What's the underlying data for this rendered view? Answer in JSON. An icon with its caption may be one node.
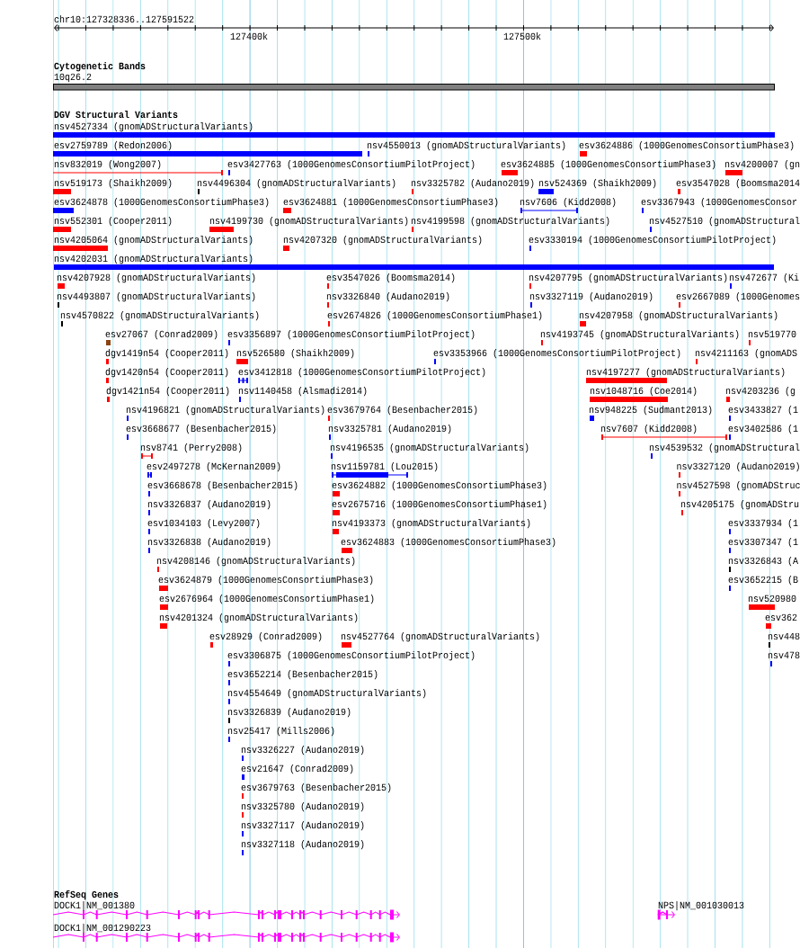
{
  "diagram": {
    "labels": [
      "chr10:127328336..127591522",
      "127400k",
      "127500k",
      "Cytogenetic Bands",
      "10q26.2",
      "DGV Structural Variants",
      "nsv4527334 (gnomADStructuralVariants)",
      "esv2759789 (Redon2006)",
      "nsv4550013 (gnomADStructuralVariants)",
      "esv3624886 (1000GenomesConsortiumPhase3)",
      "nsv832019 (Wong2007)",
      "esv3427763 (1000GenomesConsortiumPilotProject)",
      "esv3624885 (1000GenomesConsortiumPhase3)",
      "nsv4200007 (gn",
      "nsv519173 (Shaikh2009)",
      "nsv4496304 (gnomADStructuralVariants)",
      "nsv3325782 (Audano2019)",
      "nsv524369 (Shaikh2009)",
      "esv3547028 (Boomsma2014",
      "esv3624878 (1000GenomesConsortiumPhase3)",
      "esv3624881 (1000GenomesConsortiumPhase3)",
      "nsv7606 (Kidd2008)",
      "esv3367943 (1000GenomesConsor",
      "nsv552301 (Cooper2011)",
      "nsv4199730 (gnomADStructuralVariants)",
      "nsv4199598 (gnomADStructuralVariants)",
      "nsv4527510 (gnomADStructural",
      "nsv4205064 (gnomADStructuralVariants)",
      "nsv4207320 (gnomADStructuralVariants)",
      "esv3330194 (1000GenomesConsortiumPilotProject)",
      "nsv4202031 (gnomADStructuralVariants)",
      "nsv4207928 (gnomADStructuralVariants)",
      "esv3547026 (Boomsma2014)",
      "nsv4207795 (gnomADStructuralVariants)",
      "nsv472677 (Ki",
      "nsv4493807 (gnomADStructuralVariants)",
      "nsv3326840 (Audano2019)",
      "nsv3327119 (Audano2019)",
      "esv2667089 (1000Genomes",
      "nsv4570822 (gnomADStructuralVariants)",
      "esv2674826 (1000GenomesConsortiumPhase1)",
      "nsv4207958 (gnomADStructuralVariants)",
      "esv27067 (Conrad2009)",
      "esv3356897 (1000GenomesConsortiumPilotProject)",
      "nsv4193745 (gnomADStructuralVariants)",
      "nsv519770",
      "dgv1419n54 (Cooper2011)",
      "nsv526580 (Shaikh2009)",
      "esv3353966 (1000GenomesConsortiumPilotProject)",
      "nsv4211163 (gnomADS",
      "dgv1420n54 (Cooper2011)",
      "esv3412818 (1000GenomesConsortiumPilotProject)",
      "nsv4197277 (gnomADStructuralVariants)",
      "dgv1421n54 (Cooper2011)",
      "nsv1140458 (Alsmadi2014)",
      "nsv1048716 (Coe2014)",
      "nsv4203236 (g",
      "nsv4196821 (gnomADStructuralVariants)",
      "esv3679764 (Besenbacher2015)",
      "nsv948225 (Sudmant2013)",
      "esv3433827 (1",
      "esv3668677 (Besenbacher2015)",
      "nsv3325781 (Audano2019)",
      "nsv7607 (Kidd2008)",
      "esv3402586 (1",
      "nsv8741 (Perry2008)",
      "nsv4196535 (gnomADStructuralVariants)",
      "nsv4539532 (gnomADStructural",
      "esv2497278 (McKernan2009)",
      "nsv1159781 (Lou2015)",
      "nsv3327120 (Audano2019)",
      "esv3668678 (Besenbacher2015)",
      "esv3624882 (1000GenomesConsortiumPhase3)",
      "nsv4527598 (gnomADStruc",
      "nsv3326837 (Audano2019)",
      "esv2675716 (1000GenomesConsortiumPhase1)",
      "nsv4205175 (gnomADStru",
      "esv1034103 (Levy2007)",
      "nsv4193373 (gnomADStructuralVariants)",
      "esv3337934 (1",
      "nsv3326838 (Audano2019)",
      "esv3624883 (1000GenomesConsortiumPhase3)",
      "esv3307347 (1",
      "nsv4208146 (gnomADStructuralVariants)",
      "nsv3326843 (A",
      "esv3624879 (1000GenomesConsortiumPhase3)",
      "esv3652215 (B",
      "esv2676964 (1000GenomesConsortiumPhase1)",
      "nsv520980",
      "nsv4201324 (gnomADStructuralVariants)",
      "esv362",
      "esv28929 (Conrad2009)",
      "nsv4527764 (gnomADStructuralVariants)",
      "nsv448",
      "esv3306875 (1000GenomesConsortiumPilotProject)",
      "nsv478",
      "esv3652214 (Besenbacher2015)",
      "nsv4554649 (gnomADStructuralVariants)",
      "nsv3326839 (Audano2019)",
      "nsv25417 (Mills2006)",
      "nsv3326227 (Audano2019)",
      "esv21647 (Conrad2009)",
      "esv3679763 (Besenbacher2015)",
      "nsv3325780 (Audano2019)",
      "nsv3327117 (Audano2019)",
      "nsv3327118 (Audano2019)",
      "RefSeq Genes",
      "DOCK1|NM_001380",
      "NPS|NM_001030013",
      "DOCK1|NM_001290223"
    ]
  }
}
